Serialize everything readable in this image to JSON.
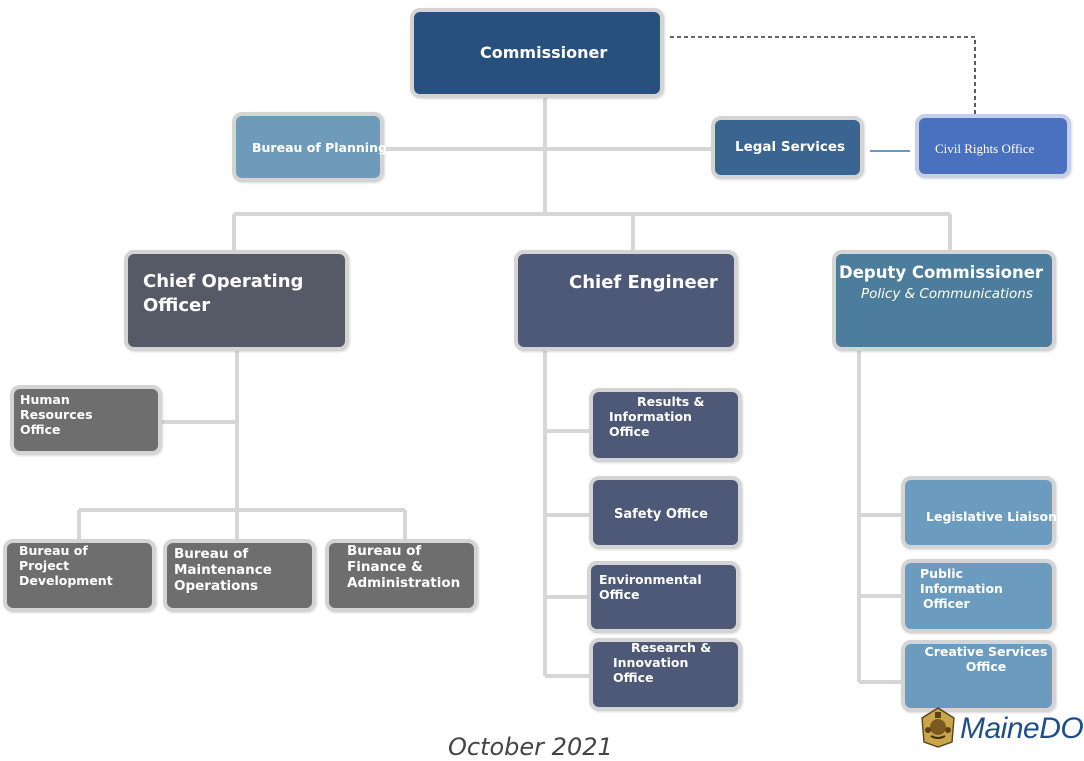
{
  "commissioner": "Commissioner",
  "bureau_of_planning": "Bureau of Planning",
  "legal_services": "Legal Services",
  "civil_rights_office": "Civil Rights Office",
  "chief_operating_officer": [
    "Chief Operating",
    "Officer"
  ],
  "chief_engineer": "Chief Engineer",
  "deputy_commissioner": {
    "title": "Deputy Commissioner",
    "subtitle": "Policy & Communications"
  },
  "coo_units": {
    "human_resources": [
      "Human",
      "Resources",
      "Office"
    ],
    "project_development": [
      "Bureau of",
      "Project",
      "Development"
    ],
    "maintenance_operations": [
      "Bureau of",
      "Maintenance",
      "Operations"
    ],
    "finance_administration": [
      "Bureau of",
      "Finance &",
      "Administration"
    ]
  },
  "engineer_units": {
    "results_information": [
      "Results &",
      "Information",
      "Office"
    ],
    "safety": "Safety Office",
    "environmental": [
      "Environmental",
      "Office"
    ],
    "research_innovation": [
      "Research &",
      "Innovation",
      "Office"
    ]
  },
  "deputy_units": {
    "legislative_liaison": "Legislative Liaison",
    "public_information": [
      "Public",
      "Information",
      "Officer"
    ],
    "creative_services": [
      "Creative Services",
      "Office"
    ]
  },
  "footer": {
    "date": "October 2021",
    "logo_text": "MaineDOT"
  },
  "colors": {
    "connector": "#d6d6d6",
    "dotted_line": "#333333",
    "box_border": "#d4d4d4"
  },
  "icons": {
    "logo_seal": "maine-state-seal-icon"
  }
}
